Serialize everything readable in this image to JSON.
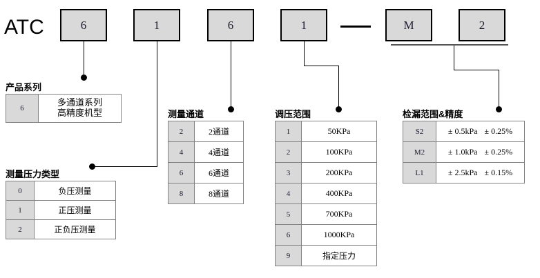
{
  "brand": "ATC",
  "code_boxes": [
    {
      "name": "series",
      "value": "6"
    },
    {
      "name": "pressure-type",
      "value": "1"
    },
    {
      "name": "channels",
      "value": "6"
    },
    {
      "name": "pressure-range",
      "value": "1"
    },
    {
      "name": "leak-letter",
      "value": "M"
    },
    {
      "name": "leak-number",
      "value": "2"
    }
  ],
  "separator": "—",
  "groups": {
    "series": {
      "title": "产品系列",
      "rows": [
        {
          "key": "6",
          "value": "多通道系列\n高精度机型",
          "line1": "多通道系列",
          "line2": "高精度机型"
        }
      ]
    },
    "pressure_type": {
      "title": "测量压力类型",
      "rows": [
        {
          "key": "0",
          "value": "负压测量"
        },
        {
          "key": "1",
          "value": "正压测量"
        },
        {
          "key": "2",
          "value": "正负压测量"
        }
      ]
    },
    "channels": {
      "title": "测量通道",
      "rows": [
        {
          "key": "2",
          "value": "2通道"
        },
        {
          "key": "4",
          "value": "4通道"
        },
        {
          "key": "6",
          "value": "6通道"
        },
        {
          "key": "8",
          "value": "8通道"
        }
      ]
    },
    "pressure_range": {
      "title": "调压范围",
      "rows": [
        {
          "key": "1",
          "value": "50KPa"
        },
        {
          "key": "2",
          "value": "100KPa"
        },
        {
          "key": "3",
          "value": "200KPa"
        },
        {
          "key": "4",
          "value": "400KPa"
        },
        {
          "key": "5",
          "value": "700KPa"
        },
        {
          "key": "6",
          "value": "1000KPa"
        },
        {
          "key": "9",
          "value": "指定压力"
        }
      ]
    },
    "leak": {
      "title": "检漏范围&精度",
      "rows": [
        {
          "key": "S2",
          "range": "± 0.5kPa",
          "accuracy": "± 0.25%"
        },
        {
          "key": "M2",
          "range": "± 1.0kPa",
          "accuracy": "± 0.25%"
        },
        {
          "key": "L1",
          "range": "± 2.5kPa",
          "accuracy": "± 0.15%"
        }
      ]
    }
  },
  "colors": {
    "box_fill": "#d9d9d9",
    "box_border": "#000000",
    "table_border": "#808080",
    "text": "#000000",
    "background": "#ffffff"
  }
}
